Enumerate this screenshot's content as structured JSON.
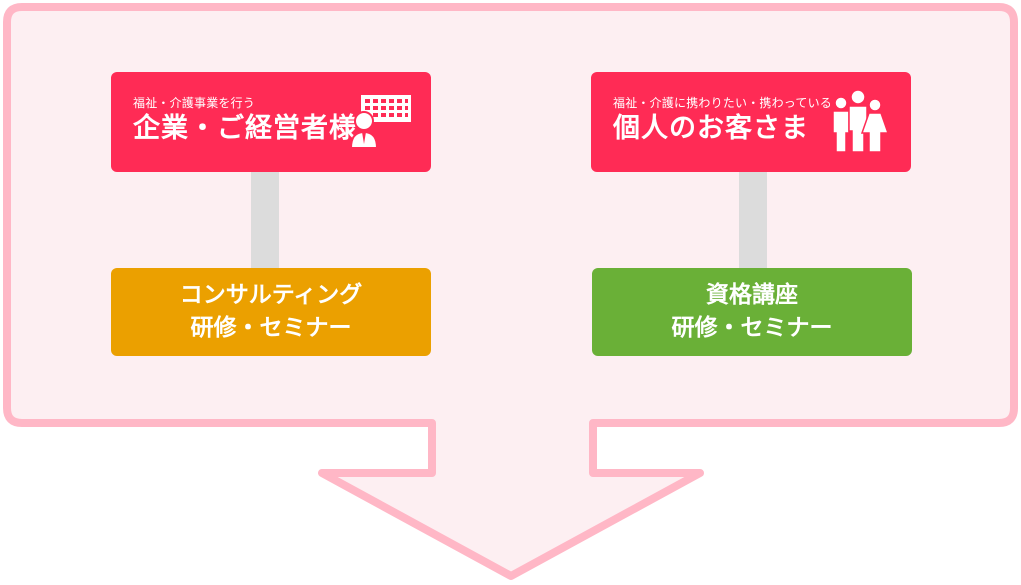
{
  "colors": {
    "frame_border": "#ffb7c6",
    "frame_fill": "#fdeff2",
    "card_red": "#ff2b55",
    "connector": "#dcdcdc",
    "box_orange": "#eba000",
    "box_green": "#6ab037"
  },
  "left_card": {
    "subtitle": "福祉・介護事業を行う",
    "title": "企業・ご経営者様",
    "icon": "businessperson-building-icon"
  },
  "right_card": {
    "subtitle": "福祉・介護に携わりたい・携わっている",
    "title": "個人のお客さま",
    "icon": "family-people-icon"
  },
  "left_service": {
    "line1": "コンサルティング",
    "line2": "研修・セミナー"
  },
  "right_service": {
    "line1": "資格講座",
    "line2": "研修・セミナー"
  }
}
